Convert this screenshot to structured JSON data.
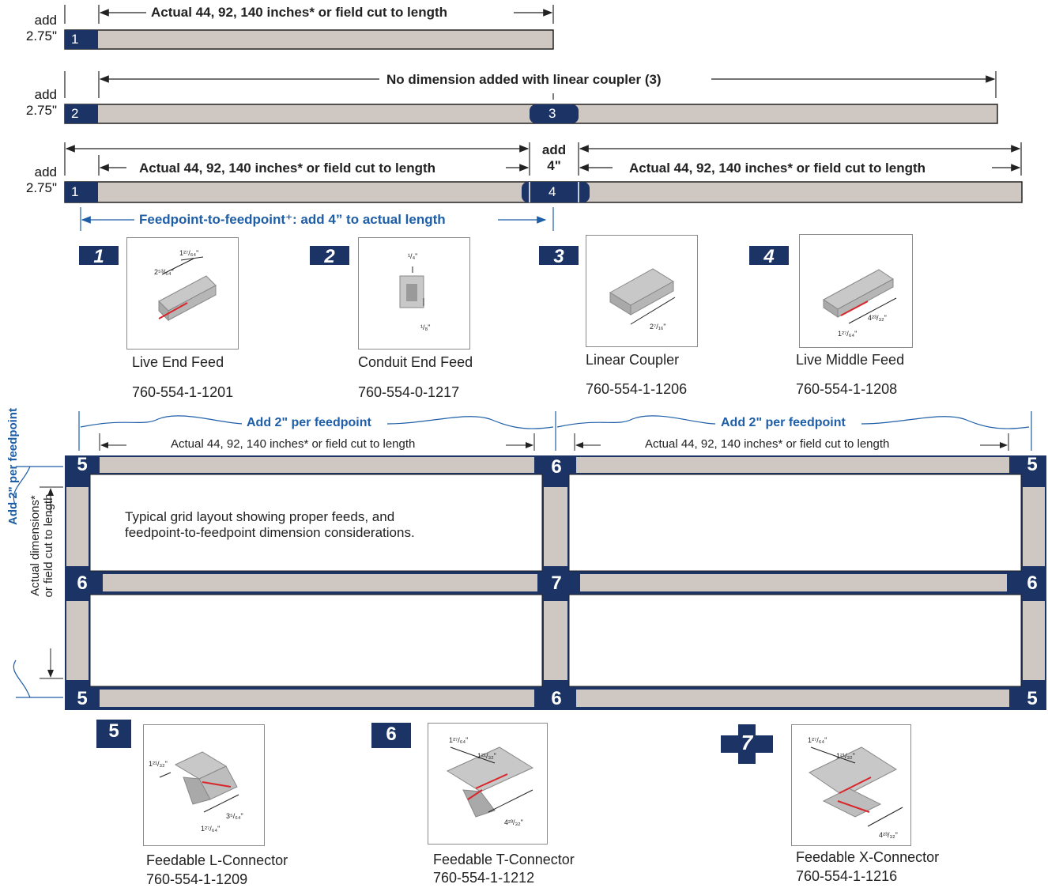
{
  "rows": {
    "add_prefix": "add",
    "add_value": "2.75\"",
    "row1_label": "Actual 44, 92, 140 inches* or field cut to length",
    "row2_label": "No dimension added with linear coupler (3)",
    "row3_left_label": "Actual 44, 92, 140 inches* or field cut to length",
    "row3_right_label": "Actual 44, 92, 140 inches* or field cut to length",
    "row3_add_center": "add",
    "row3_add_center_value": "4\"",
    "feedpoint_label": "Feedpoint-to-feedpoint⁺: add 4” to actual length",
    "row1_marks": [
      "1"
    ],
    "row2_marks": [
      "2",
      "3"
    ],
    "row3_marks": [
      "1",
      "4"
    ]
  },
  "parts_top": [
    {
      "num": "1",
      "name": "Live End Feed",
      "code": "760-554-1-1201",
      "dims": [
        "1²⁷/₆₄\"",
        "2⁵³/₆₄\""
      ]
    },
    {
      "num": "2",
      "name": "Conduit End Feed",
      "code": "760-554-0-1217",
      "dims": [
        "¹/₄\"",
        "¹/₈\""
      ]
    },
    {
      "num": "3",
      "name": "Linear Coupler",
      "code": "760-554-1-1206",
      "dims": [
        "2⁷/₁₆\""
      ]
    },
    {
      "num": "4",
      "name": "Live Middle Feed",
      "code": "760-554-1-1208",
      "dims": [
        "4²³/₃₂\"",
        "1²⁷/₆₄\""
      ]
    }
  ],
  "grid": {
    "add_per_feedpoint": "Add 2\" per feedpoint",
    "actual_label": "Actual 44, 92, 140 inches* or field cut to length",
    "vertical_add": "Add 2\" per feedpoint",
    "vertical_actual_1": "Actual dimensions*",
    "vertical_actual_2": "or field cut to length",
    "caption": "Typical grid layout showing proper feeds, and feedpoint-to-feedpoint dimension considerations.",
    "corner_marks": {
      "tl": "5",
      "tm": "6",
      "tr": "5",
      "ml": "6",
      "mm": "7",
      "mr": "6",
      "bl": "5",
      "bm": "6",
      "br": "5"
    }
  },
  "parts_bottom": [
    {
      "num": "5",
      "name": "Feedable L-Connector",
      "code": "760-554-1-1209",
      "dims": [
        "1²¹/₃₂\"",
        "3⁵/₆₄\"",
        "1²⁷/₆₄\""
      ]
    },
    {
      "num": "6",
      "name": "Feedable T-Connector",
      "code": "760-554-1-1212",
      "dims": [
        "1²⁷/₆₄\"",
        "1²¹/₃₂\"",
        "4²³/₃₂\""
      ]
    },
    {
      "num": "7",
      "name": "Feedable X-Connector",
      "code": "760-554-1-1216",
      "dims": [
        "1²⁷/₆₄\"",
        "1²¹/₃₂\"",
        "4²³/₃₂\""
      ]
    }
  ],
  "colors": {
    "navy": "#1b3365",
    "rail": "#cfc7c2",
    "blue_text": "#1e5ea6",
    "red_line": "#d9262b"
  }
}
